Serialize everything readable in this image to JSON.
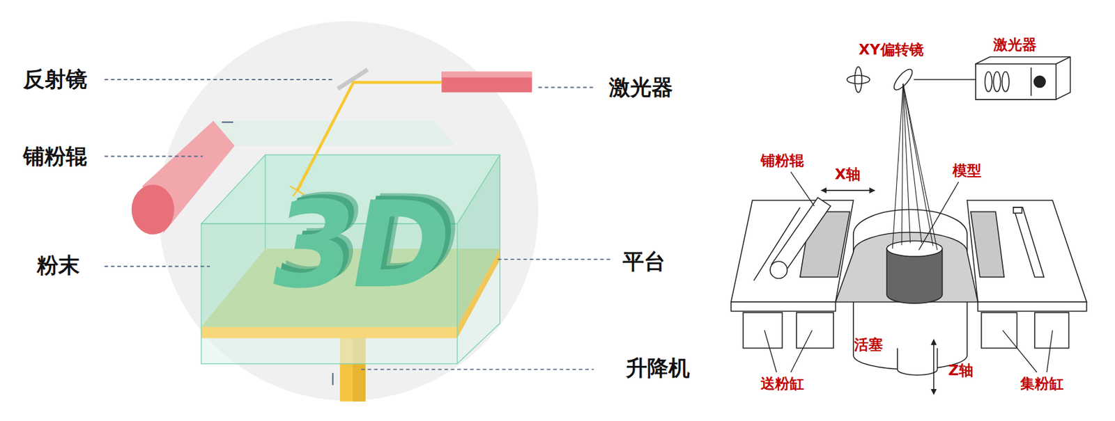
{
  "diagram": {
    "labels": [
      "反射镜",
      "激光器",
      "铺粉辊",
      "粉末",
      "平台",
      "升降机",
      "3D",
      "XY偏转镜",
      "激光器",
      "铺粉辊",
      "X轴",
      "模型",
      "活塞",
      "Z轴",
      "送粉缸",
      "集粉缸"
    ]
  }
}
